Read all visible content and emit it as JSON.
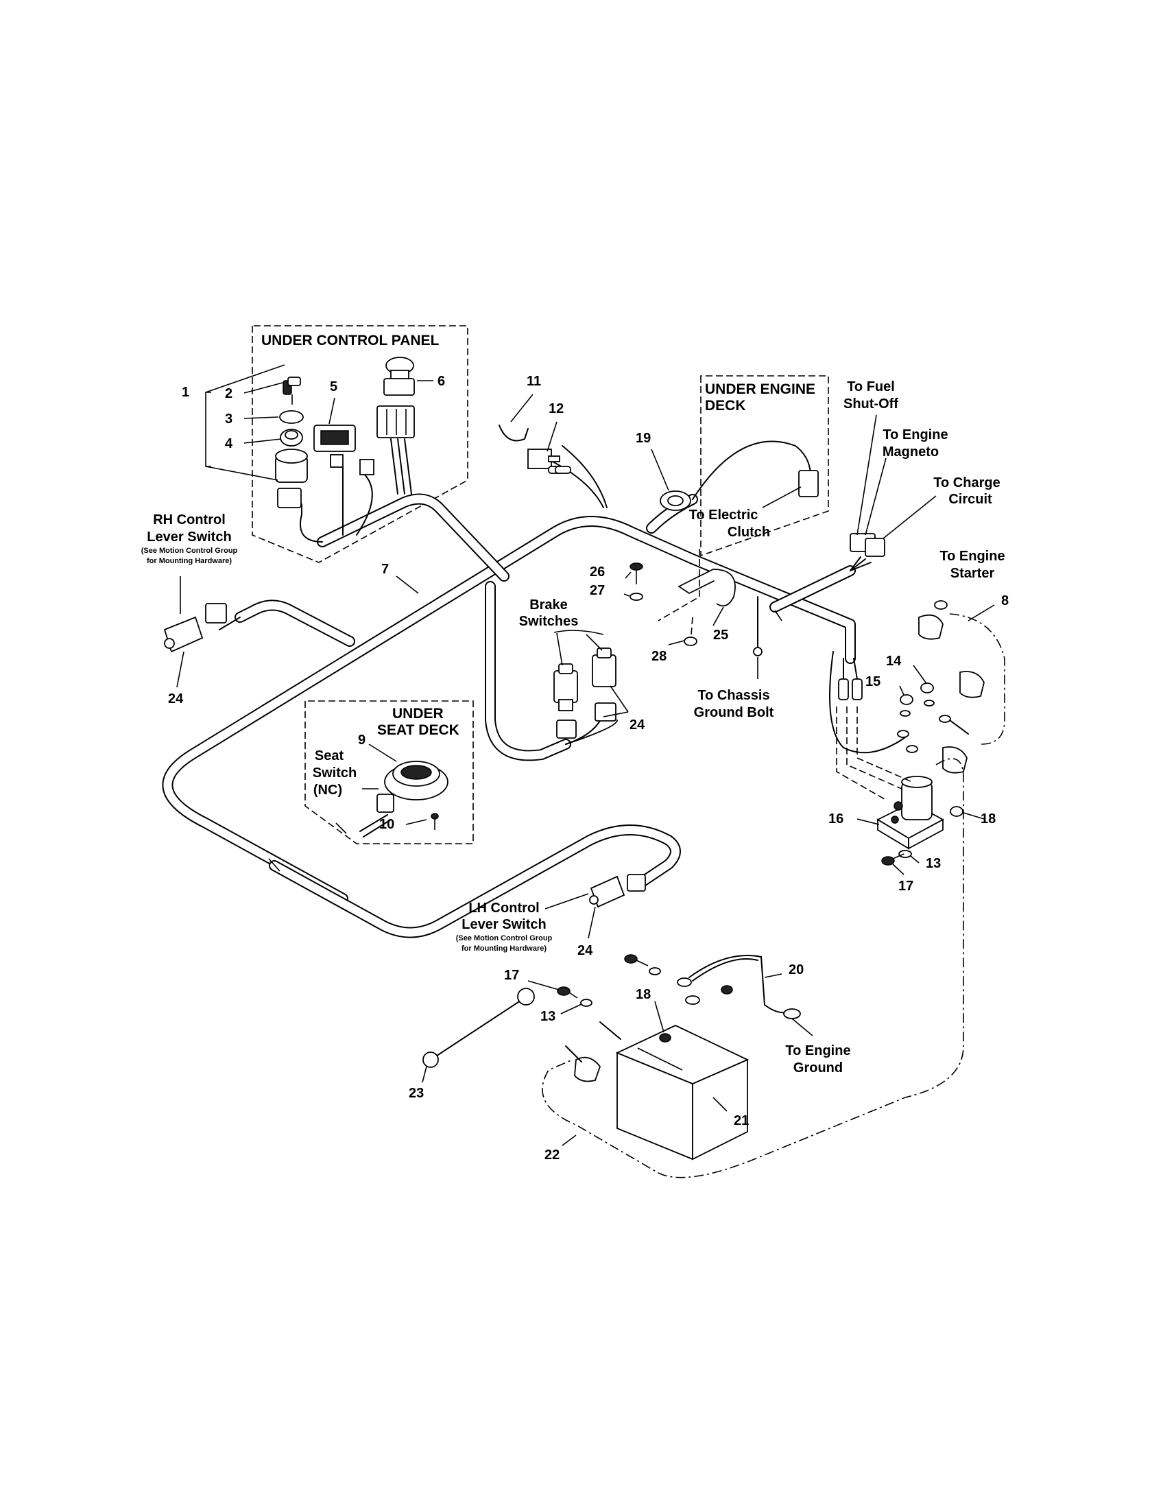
{
  "regions": {
    "under_control_panel": "UNDER CONTROL PANEL",
    "under_engine_deck_1": "UNDER ENGINE",
    "under_engine_deck_2": "DECK",
    "under_seat_deck_1": "UNDER",
    "under_seat_deck_2": "SEAT DECK"
  },
  "labels": {
    "rh_switch_1": "RH Control",
    "rh_switch_2": "Lever Switch",
    "rh_note_1": "(See Motion Control Group",
    "rh_note_2": "for Mounting Hardware)",
    "lh_switch_1": "LH Control",
    "lh_switch_2": "Lever Switch",
    "lh_note_1": "(See Motion Control Group",
    "lh_note_2": "for Mounting Hardware)",
    "brake_1": "Brake",
    "brake_2": "Switches",
    "seat_1": "Seat",
    "seat_2": "Switch",
    "seat_3": "(NC)",
    "clutch_1": "To Electric",
    "clutch_2": "Clutch",
    "fuel_1": "To Fuel",
    "fuel_2": "Shut-Off",
    "magneto_1": "To Engine",
    "magneto_2": "Magneto",
    "charge_1": "To Charge",
    "charge_2": "Circuit",
    "starter_1": "To Engine",
    "starter_2": "Starter",
    "chassis_1": "To Chassis",
    "chassis_2": "Ground Bolt",
    "eng_ground_1": "To Engine",
    "eng_ground_2": "Ground"
  },
  "callouts": {
    "c1": "1",
    "c2": "2",
    "c3": "3",
    "c4": "4",
    "c5": "5",
    "c6": "6",
    "c7": "7",
    "c8": "8",
    "c9": "9",
    "c10": "10",
    "c11": "11",
    "c12": "12",
    "c13a": "13",
    "c13b": "13",
    "c14": "14",
    "c15": "15",
    "c16": "16",
    "c17a": "17",
    "c17b": "17",
    "c18a": "18",
    "c18b": "18",
    "c19": "19",
    "c20": "20",
    "c21": "21",
    "c22": "22",
    "c23": "23",
    "c24a": "24",
    "c24b": "24",
    "c24c": "24",
    "c25": "25",
    "c26": "26",
    "c27": "27",
    "c28": "28"
  }
}
